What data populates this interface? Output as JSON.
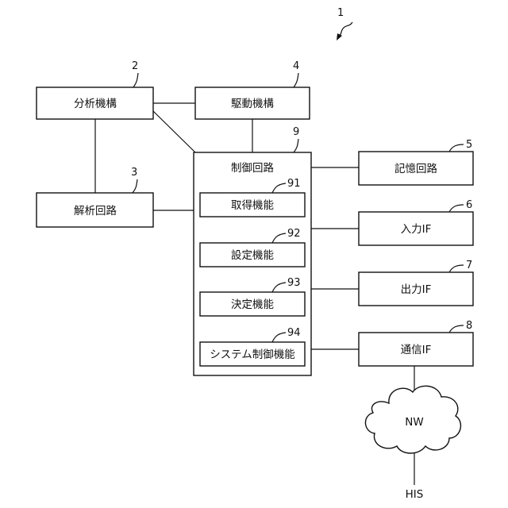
{
  "figure_ref": "1",
  "blocks": {
    "analysis_mechanism": {
      "label": "分析機構",
      "ref": "2"
    },
    "drive_mechanism": {
      "label": "駆動機構",
      "ref": "4"
    },
    "analysis_circuit": {
      "label": "解析回路",
      "ref": "3"
    },
    "control_circuit": {
      "label": "制御回路",
      "ref": "9"
    },
    "memory_circuit": {
      "label": "記憶回路",
      "ref": "5"
    },
    "input_if": {
      "label": "入力IF",
      "ref": "6"
    },
    "output_if": {
      "label": "出力IF",
      "ref": "7"
    },
    "comm_if": {
      "label": "通信IF",
      "ref": "8"
    }
  },
  "functions": [
    {
      "label": "取得機能",
      "ref": "91"
    },
    {
      "label": "設定機能",
      "ref": "92"
    },
    {
      "label": "決定機能",
      "ref": "93"
    },
    {
      "label": "システム制御機能",
      "ref": "94"
    }
  ],
  "network": {
    "label": "NW"
  },
  "his": {
    "label": "HIS"
  }
}
